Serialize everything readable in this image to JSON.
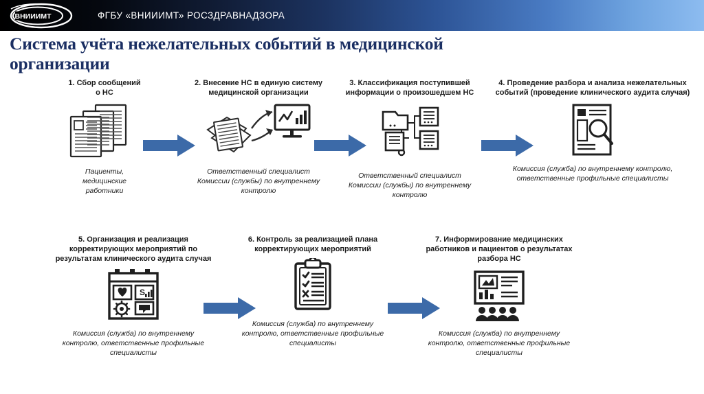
{
  "header": {
    "logo_text": "ВНИИИМТ",
    "org_title": "ФГБУ «ВНИИИМТ» РОСЗДРАВНАДЗОРА",
    "gradient_from": "#000000",
    "gradient_to": "#8dbcf0"
  },
  "slide": {
    "title": "Система учёта нежелательных событий в медицинской организации",
    "title_color": "#1b2f63",
    "arrow_color": "#3c6aa8"
  },
  "steps": [
    {
      "id": 1,
      "title": "1. Сбор сообщений\nо НС",
      "icon": "stacked-documents-icon",
      "caption": "Пациенты,\nмедицинские\nработники"
    },
    {
      "id": 2,
      "title": "2. Внесение НС в единую систему медицинской организации",
      "icon": "papers-to-monitor-icon",
      "caption": "Ответственный специалист Комиссии (службы) по внутреннему контролю"
    },
    {
      "id": 3,
      "title": "3. Классификация поступившей информации о произошедшем НС",
      "icon": "folder-tree-icon",
      "caption": "Ответственный специалист Комиссии (службы) по внутреннему контролю"
    },
    {
      "id": 4,
      "title": "4. Проведение разбора и анализа нежелательных событий (проведение клинического аудита случая)",
      "icon": "document-magnifier-icon",
      "caption": "Комиссия (служба) по внутреннему контролю, ответственные профильные специалисты"
    },
    {
      "id": 5,
      "title": "5. Организация и реализация корректирующих мероприятий по результатам клинического аудита случая",
      "icon": "dashboard-grid-icon",
      "caption": "Комиссия (служба) по внутреннему контролю, ответственные профильные специалисты"
    },
    {
      "id": 6,
      "title": "6. Контроль за реализацией плана корректирующих мероприятий",
      "icon": "checklist-clipboard-icon",
      "caption": "Комиссия (служба) по внутреннему контролю, ответственные профильные специалисты"
    },
    {
      "id": 7,
      "title": "7. Информирование медицинских работников и пациентов о результатах разбора НС",
      "icon": "presentation-audience-icon",
      "caption": "Комиссия (служба) по внутреннему контролю, ответственные профильные специалисты"
    }
  ],
  "arrows": [
    {
      "id": "arrow-1-2",
      "label": "стрелка от шага 1 к шагу 2"
    },
    {
      "id": "arrow-2-3",
      "label": "стрелка от шага 2 к шагу 3"
    },
    {
      "id": "arrow-3-4",
      "label": "стрелка от шага 3 к шагу 4"
    },
    {
      "id": "arrow-5-6",
      "label": "стрелка от шага 5 к шагу 6"
    },
    {
      "id": "arrow-6-7",
      "label": "стрелка от шага 6 к шагу 7"
    }
  ]
}
